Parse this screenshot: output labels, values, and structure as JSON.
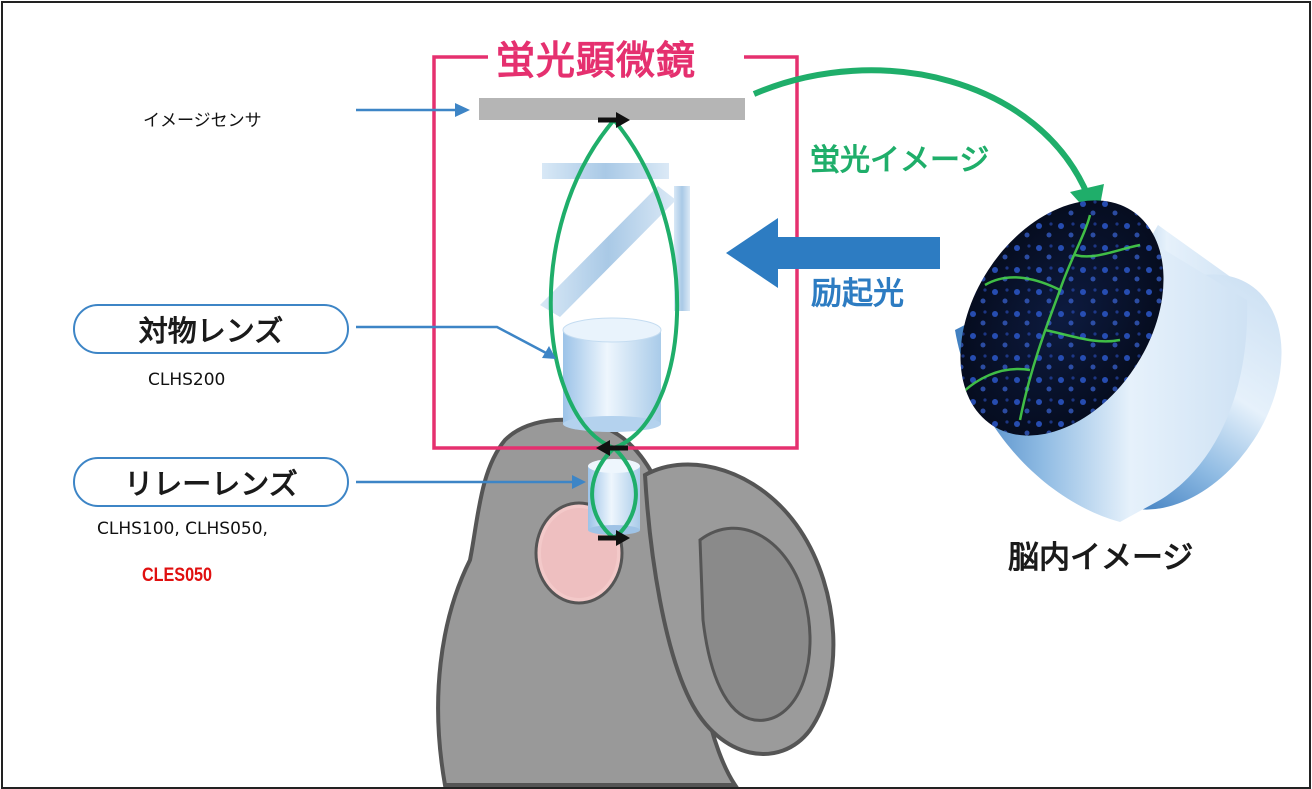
{
  "title": "蛍光顕微鏡",
  "labels": {
    "image_sensor": "イメージセンサ",
    "fluorescence_image": "蛍光イメージ",
    "excitation_light": "励起光",
    "brain_image": "脳内イメージ"
  },
  "components": {
    "objective_lens": {
      "label": "対物レンズ",
      "model": "CLHS200"
    },
    "relay_lens": {
      "label": "リレーレンズ",
      "models": "CLHS100, CLHS050,",
      "model_highlight": "CLES050"
    }
  },
  "colors": {
    "microscope_frame": "#e5306f",
    "fluorescence": "#1fae6a",
    "excitation": "#2d7cc2",
    "highlight": "#e01010",
    "pill_border": "#3d85c6"
  }
}
